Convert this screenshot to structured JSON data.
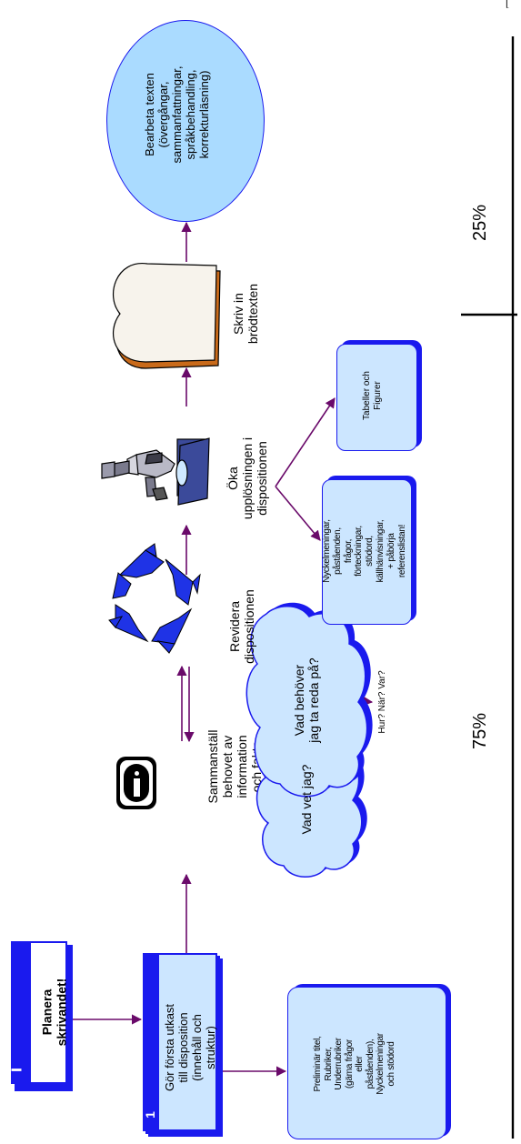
{
  "corner_mark": "[",
  "steps": {
    "plan": {
      "label_lines": [
        "Planera",
        "skrivandet!"
      ],
      "badge": "i"
    },
    "draft": {
      "label_lines": [
        "Gör första utkast",
        "till disposition",
        "(innehåll och",
        "struktur)"
      ],
      "badge": "1"
    },
    "draft_note": {
      "label_lines": [
        "Preliminär titel,",
        "Rubriker,",
        "Underrubriker",
        "(gärna frågor",
        "eller",
        "påståenden),",
        "Nyckelmeningar",
        "och stödord"
      ]
    },
    "compile": {
      "label_lines": [
        "Sammanställ",
        "behovet av",
        "information",
        "och fakta"
      ]
    },
    "cloud_know": {
      "label_lines": [
        "Vad vet jag?"
      ]
    },
    "cloud_need": {
      "label_lines": [
        "Vad behöver",
        "jag ta reda på?"
      ]
    },
    "questions": {
      "label": "Hur? När? Var?"
    },
    "revise": {
      "label_lines": [
        "Revidera",
        "dispositionen"
      ]
    },
    "increase": {
      "label_lines": [
        "Öka",
        "upplösningen i",
        "dispositionen"
      ]
    },
    "key_sentences": {
      "label_lines": [
        "Nyckelmeningar,",
        "påståenden,",
        "frågor,",
        "förteckningar,",
        "stödord,",
        "källhänvisningar,",
        "+ påbörja",
        "referenslistan!"
      ]
    },
    "tables": {
      "label_lines": [
        "Tabeller och",
        "Figurer"
      ]
    },
    "write_body": {
      "label_lines": [
        "Skriv in",
        "brödtexten"
      ]
    },
    "edit": {
      "label_lines": [
        "Bearbeta texten",
        "(övergångar,",
        "sammanfattningar,",
        "språkbehandling,",
        "korrekturläsning)"
      ]
    }
  },
  "scale": {
    "left_pct": "75%",
    "right_pct": "25%"
  },
  "colors": {
    "arrow": "#6a0a6a",
    "box_fill": "#cce6ff",
    "box_border": "#1a1aee",
    "ellipse_fill": "#aadbff",
    "recycle": "#1f33e6"
  }
}
